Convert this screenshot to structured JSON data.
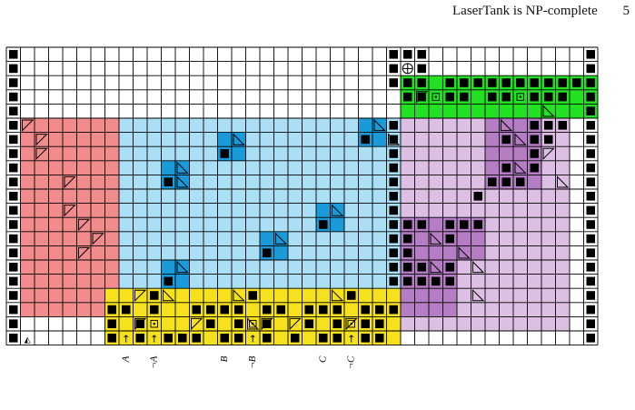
{
  "header": {
    "title": "LaserTank is NP-complete",
    "page": "5"
  },
  "grid": {
    "cols": 42,
    "rows": 21
  },
  "colors": {
    "red": "#f28b8b",
    "blue": "#aadff5",
    "darkblue": "#1a9ad9",
    "lilac": "#dcbfe3",
    "purple": "#b57ec4",
    "green": "#22e022",
    "yellow": "#f5e11e",
    "black": "#000000",
    "white": "#ffffff"
  },
  "start_glyph": "◭",
  "variable_labels": [
    "A",
    "¬A",
    "B",
    "¬B",
    "C",
    "¬C"
  ]
}
